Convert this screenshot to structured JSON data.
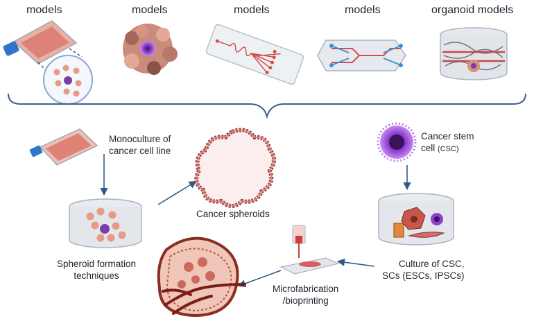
{
  "top_models": [
    {
      "label_line1": "models",
      "label_line2": ""
    },
    {
      "label_line1": "models",
      "label_line2": ""
    },
    {
      "label_line1": "models",
      "label_line2": ""
    },
    {
      "label_line1": "models",
      "label_line2": ""
    },
    {
      "label_line1": "organoid models",
      "label_line2": ""
    }
  ],
  "labels": {
    "monoculture_l1": "Monoculture of",
    "monoculture_l2": "cancer cell line",
    "cancer_spheroids": "Cancer spheroids",
    "csc_l1": "Cancer stem",
    "csc_l2a": "cell",
    "csc_l2b": "(CSC)",
    "spheroid_tech_l1": "Spheroid formation",
    "spheroid_tech_l2": "techniques",
    "culture_l1": "Culture of  CSC,",
    "culture_l2": "SCs (ESCs, IPSCs)",
    "microfab_l1": "Microfabrication",
    "microfab_l2": "/bioprinting"
  },
  "colors": {
    "arrow": "#2f5b86",
    "brace": "#3b5f8c",
    "cell_pink": "#e79a86",
    "cell_purple": "#7b3ea8",
    "flask_red": "#d9776a",
    "dish_grey": "#cfd4db"
  }
}
